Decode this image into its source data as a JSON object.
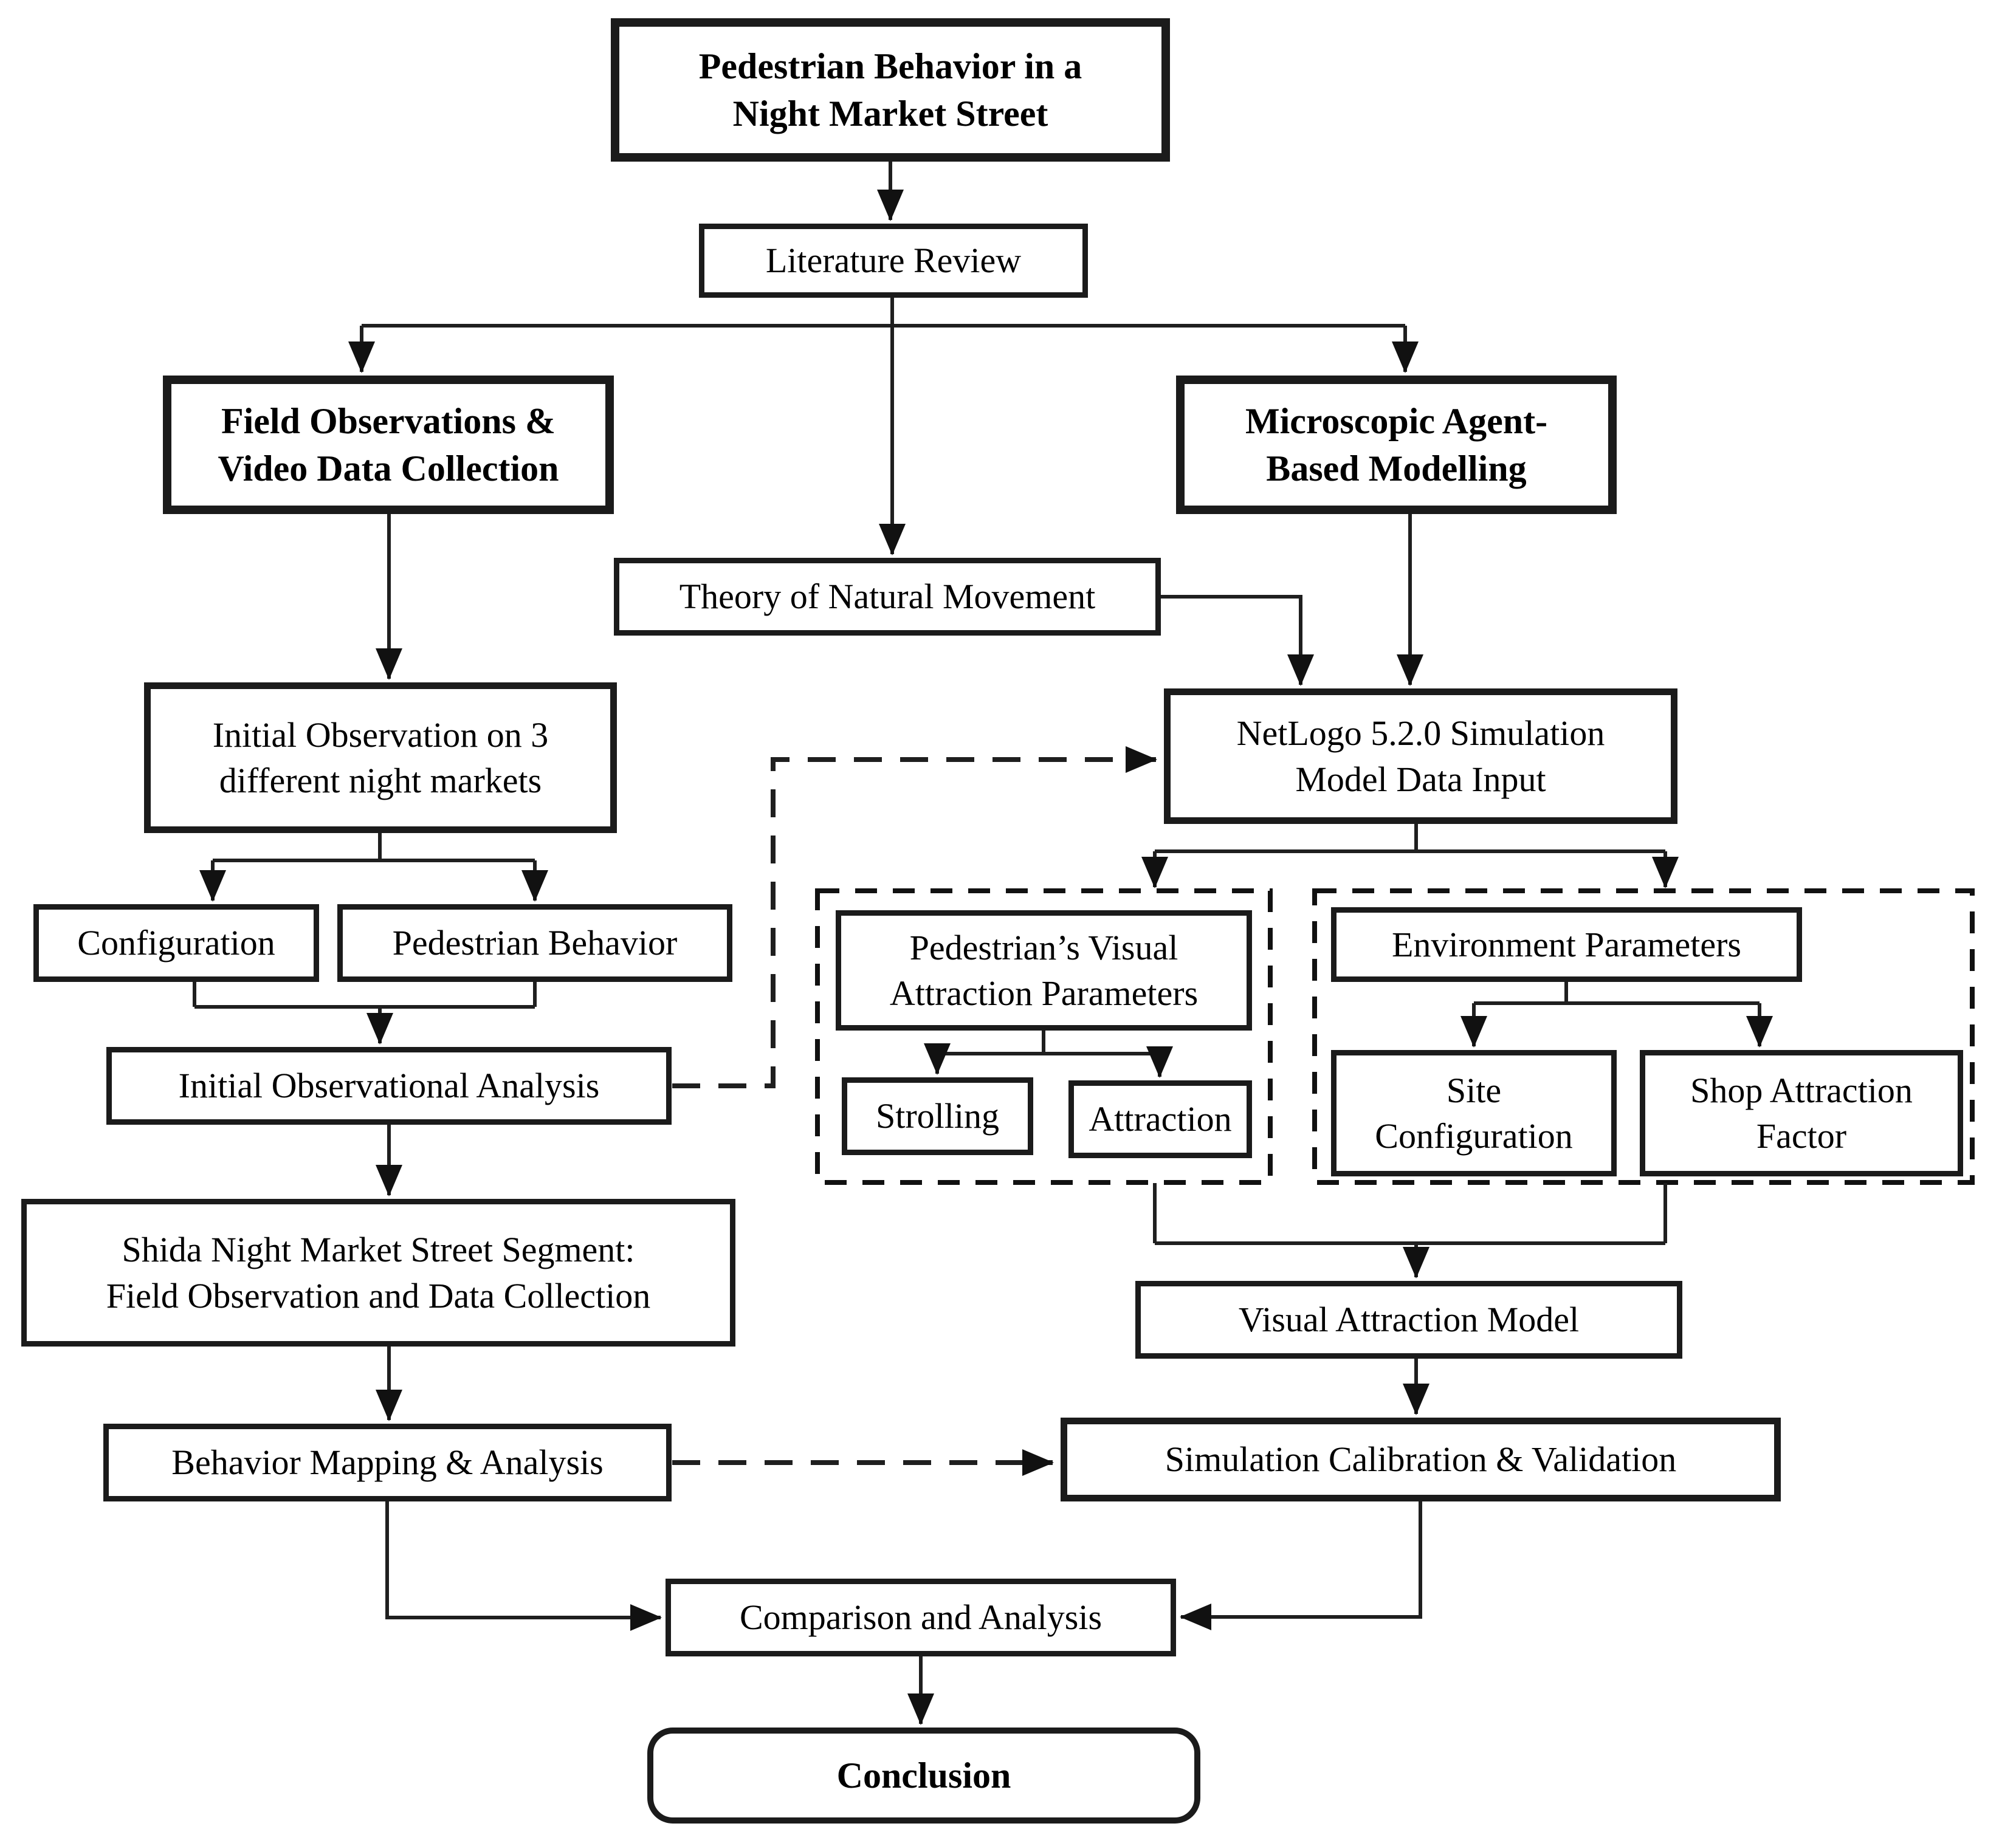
{
  "diagram": {
    "title": "Pedestrian Behavior in a Night Market Street — research methodology flowchart",
    "type": "flowchart",
    "colors": {
      "line": "#1f1f1f",
      "box_border": "#1b1b1b",
      "background": "#ffffff",
      "text": "#000000"
    },
    "nodes": {
      "title": {
        "label": "Pedestrian Behavior in a\nNight Market Street"
      },
      "literature_review": {
        "label": "Literature Review"
      },
      "field_observations": {
        "label": "Field Observations &\nVideo Data Collection"
      },
      "microscopic_abm": {
        "label": "Microscopic Agent-\nBased Modelling"
      },
      "theory_natural_movement": {
        "label": "Theory of Natural Movement"
      },
      "netlogo_input": {
        "label": "NetLogo 5.2.0 Simulation\nModel Data Input"
      },
      "initial_observation": {
        "label": "Initial Observation on 3\ndifferent night markets"
      },
      "configuration": {
        "label": "Configuration"
      },
      "pedestrian_behavior": {
        "label": "Pedestrian Behavior"
      },
      "initial_observational_analysis": {
        "label": "Initial Observational Analysis"
      },
      "shida_segment": {
        "label": "Shida Night Market Street Segment:\nField Observation and Data Collection"
      },
      "behavior_mapping": {
        "label": "Behavior Mapping & Analysis"
      },
      "pedestrians_visual_attraction_parameters": {
        "label": "Pedestrian’s Visual\nAttraction Parameters"
      },
      "strolling": {
        "label": "Strolling"
      },
      "attraction": {
        "label": "Attraction"
      },
      "environment_parameters": {
        "label": "Environment Parameters"
      },
      "site_configuration": {
        "label": "Site\nConfiguration"
      },
      "shop_attraction_factor": {
        "label": "Shop Attraction\nFactor"
      },
      "visual_attraction_model": {
        "label": "Visual Attraction Model"
      },
      "simulation_calibration": {
        "label": "Simulation Calibration & Validation"
      },
      "comparison_analysis": {
        "label": "Comparison and Analysis"
      },
      "conclusion": {
        "label": "Conclusion"
      }
    }
  }
}
